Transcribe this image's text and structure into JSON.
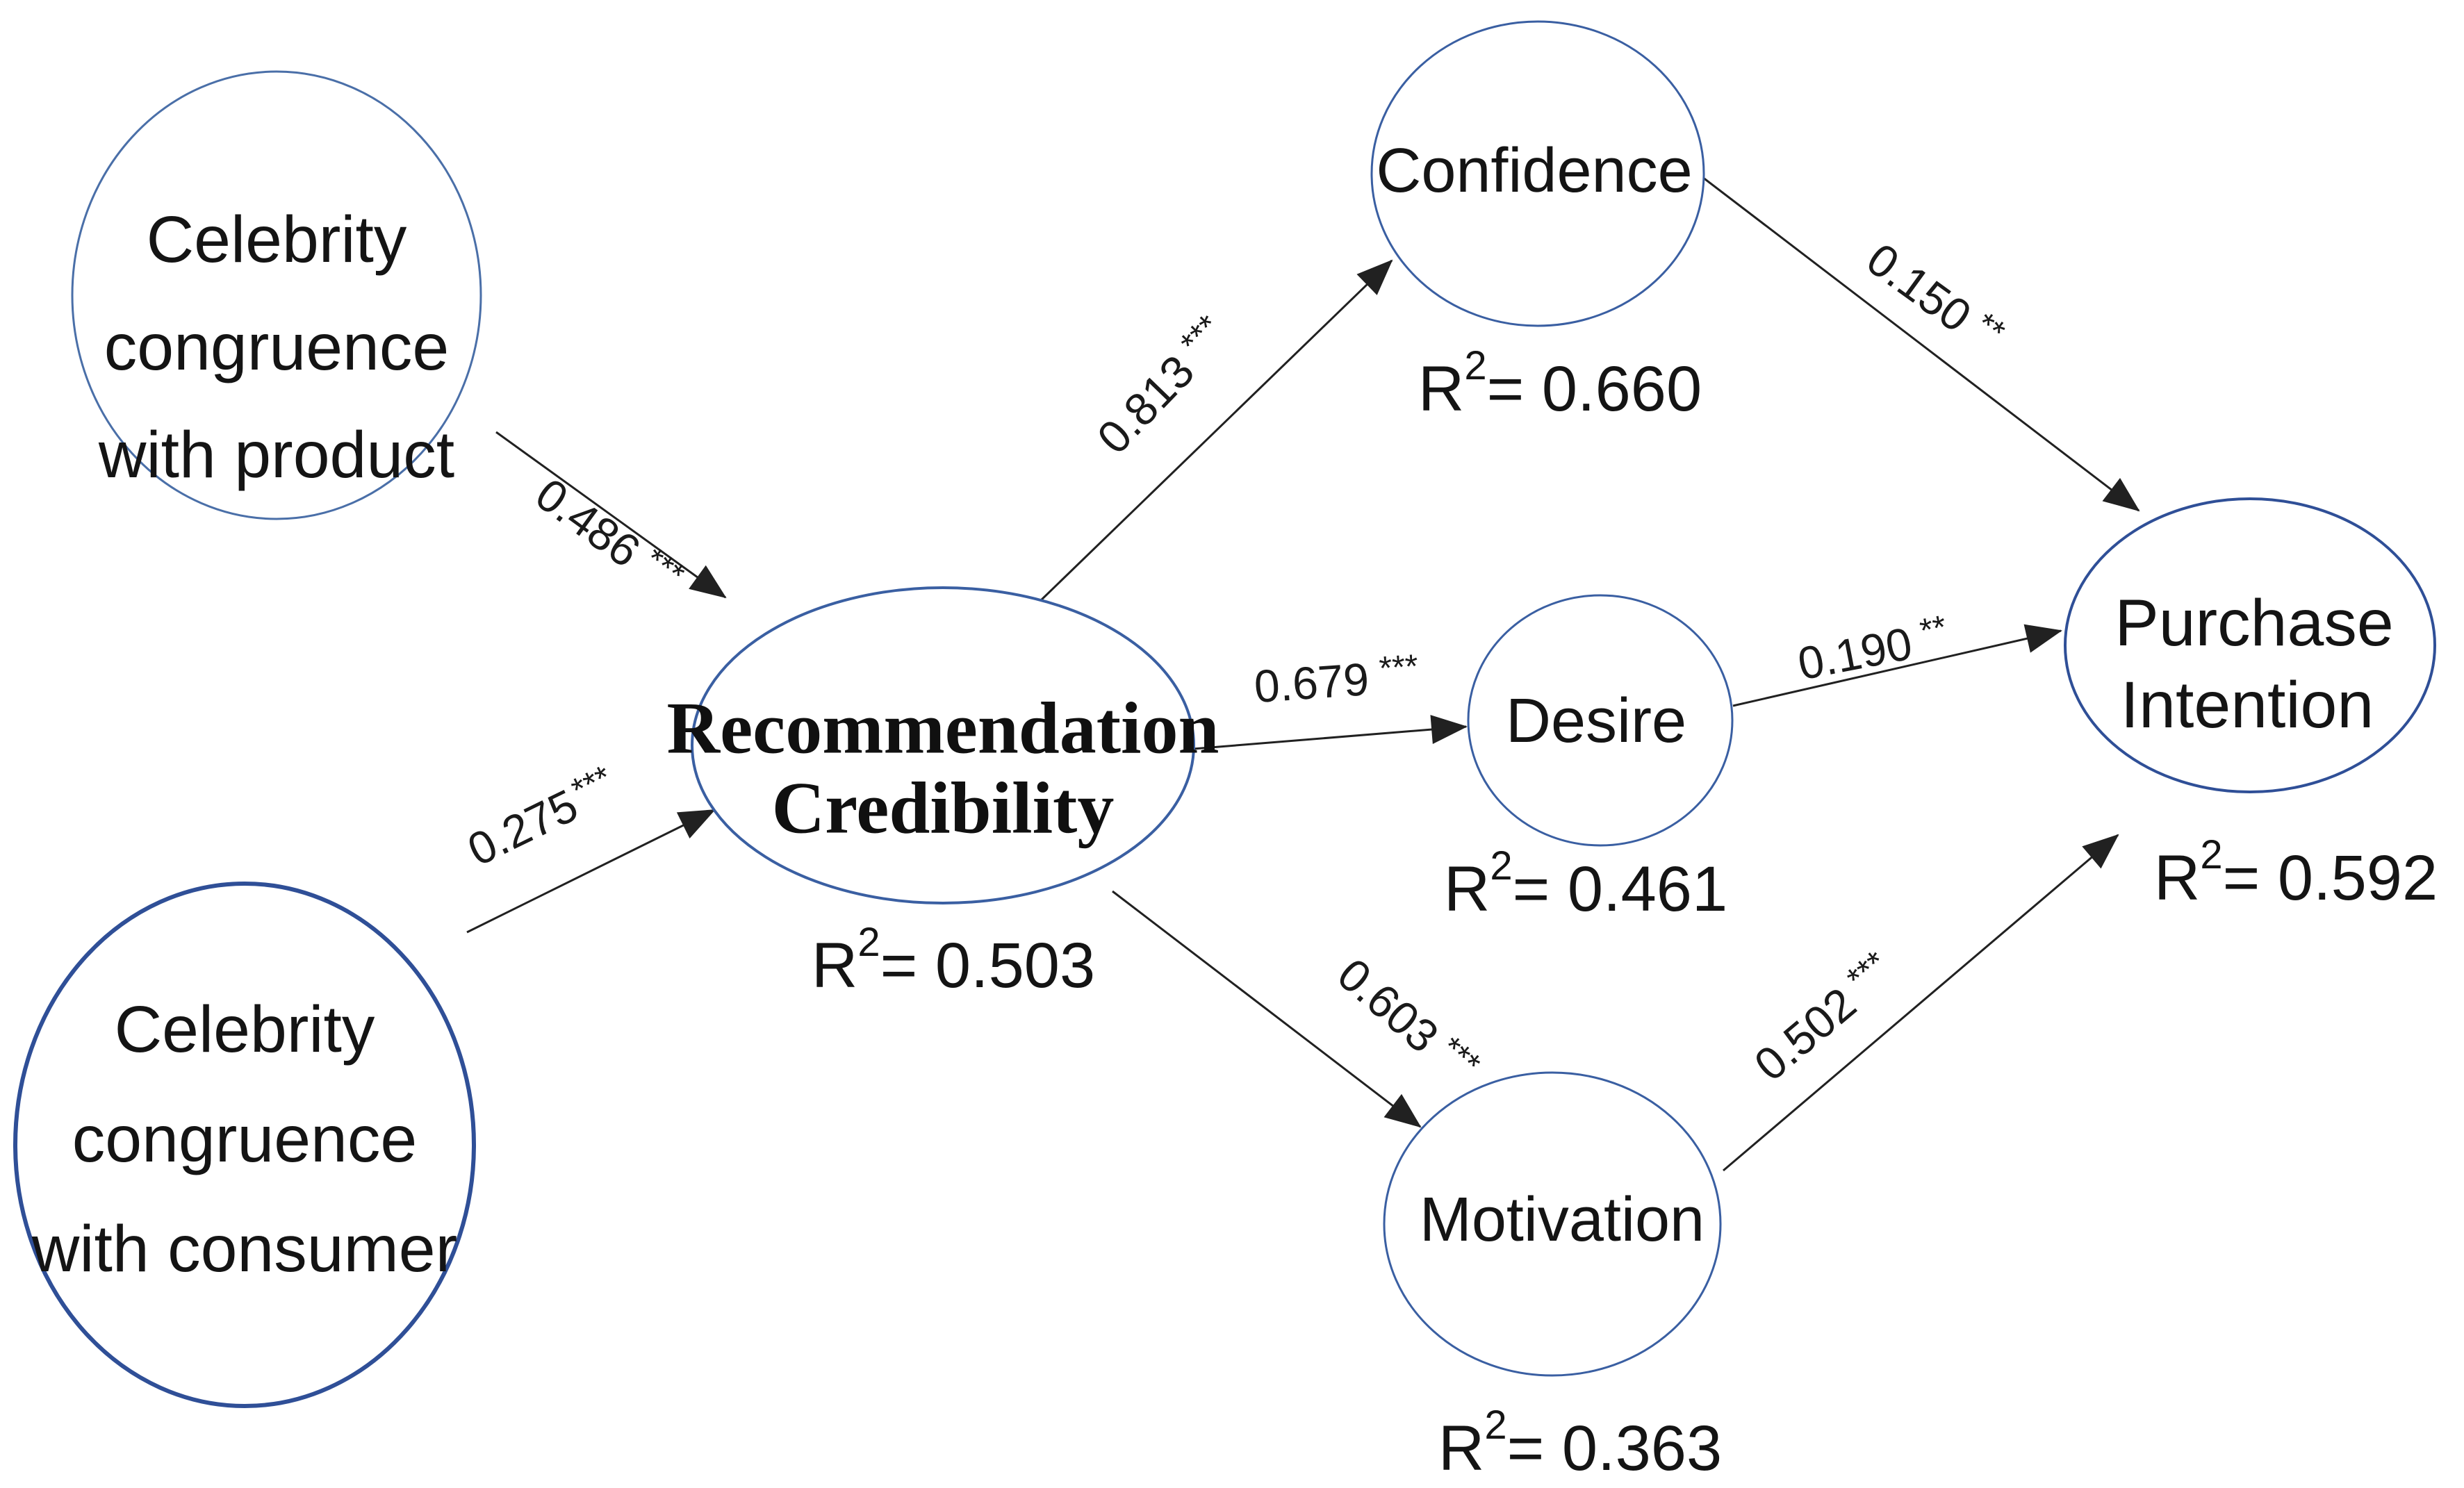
{
  "colors": {
    "node_stroke": "#3a5fa2",
    "node_stroke_light": "#4a6fa8",
    "node_stroke_dark": "#2f4f97",
    "arrow": "#212121",
    "text": "#141414"
  },
  "r2": {
    "prefix": "R",
    "sup": "2"
  },
  "nodes": {
    "celebrity_product": {
      "lines": [
        "Celebrity",
        "congruence",
        "with product"
      ]
    },
    "celebrity_consumer": {
      "lines": [
        "Celebrity",
        "congruence",
        "with consumer"
      ]
    },
    "recommendation_credibility": {
      "lines": [
        "Recommendation",
        "Credibility"
      ],
      "r2_value": "= 0.503"
    },
    "confidence": {
      "label": "Confidence",
      "r2_value": "= 0.660"
    },
    "desire": {
      "label": "Desire",
      "r2_value": "= 0.461"
    },
    "motivation": {
      "label": "Motivation",
      "r2_value": "= 0.363"
    },
    "purchase_intention": {
      "lines": [
        "Purchase",
        "Intention"
      ],
      "r2_value": "= 0.592"
    }
  },
  "paths": {
    "product_to_credibility": {
      "coefficient": "0.486",
      "stars": "***"
    },
    "consumer_to_credibility": {
      "coefficient": "0.275",
      "stars": "***"
    },
    "credibility_to_confidence": {
      "coefficient": "0.813",
      "stars": "***"
    },
    "credibility_to_desire": {
      "coefficient": "0.679",
      "stars": "***"
    },
    "credibility_to_motivation": {
      "coefficient": "0.603",
      "stars": "***"
    },
    "confidence_to_purchase": {
      "coefficient": "0.150",
      "stars": "**"
    },
    "desire_to_purchase": {
      "coefficient": "0.190",
      "stars": "**"
    },
    "motivation_to_purchase": {
      "coefficient": "0.502",
      "stars": "***"
    }
  }
}
